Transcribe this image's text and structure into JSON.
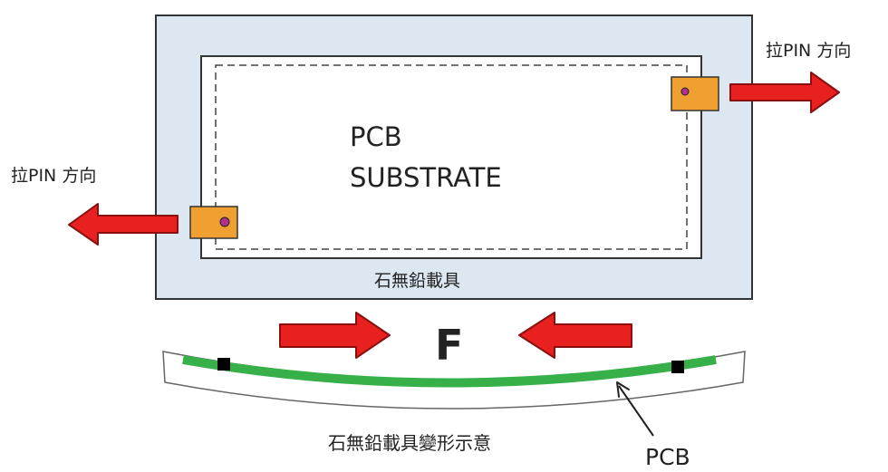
{
  "labels": {
    "pull_direction_right": "拉PIN 方向",
    "pull_direction_left": "拉PIN 方向",
    "substrate_line1": "PCB",
    "substrate_line2": "SUBSTRATE",
    "carrier": "石無鉛載具",
    "force": "F",
    "deformation": "石無鉛載具變形示意",
    "pcb_pointer": "PCB"
  },
  "colors": {
    "carrier_fill": "#dce7f2",
    "outline": "#333333",
    "pin_block": "#f0a030",
    "pin_hole": "#b0308f",
    "arrow": "#e82020",
    "arrow_outline": "#8a1010",
    "pcb_green": "#37b04a",
    "marker": "#000000"
  }
}
